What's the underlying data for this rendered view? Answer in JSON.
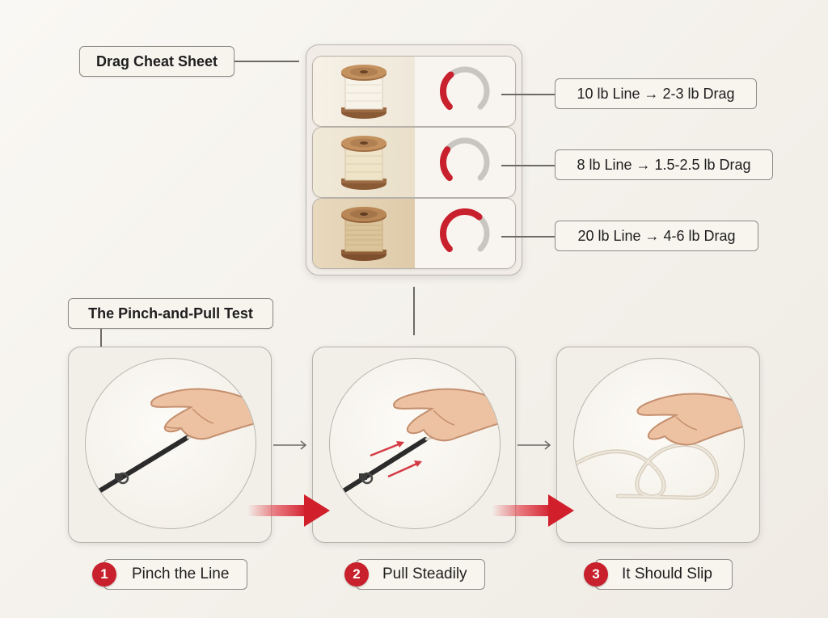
{
  "cheat_sheet": {
    "title": "Drag Cheat Sheet",
    "rows": [
      {
        "label": "10 lb Line → 2-3 lb Drag",
        "drag_level": 0.35,
        "spool_icon": "light-line-spool-icon"
      },
      {
        "label": "8 lb Line → 1.5-2.5 lb Drag",
        "drag_level": 0.3,
        "spool_icon": "medium-line-spool-icon"
      },
      {
        "label": "20 lb Line → 4-6 lb Drag",
        "drag_level": 0.65,
        "spool_icon": "heavy-line-spool-icon"
      }
    ]
  },
  "test": {
    "title": "The Pinch-and-Pull Test",
    "steps": [
      {
        "number": "1",
        "label": "Pinch the Line",
        "icon": "pinch-hand-icon"
      },
      {
        "number": "2",
        "label": "Pull Steadily",
        "icon": "pull-hand-icon"
      },
      {
        "number": "3",
        "label": "It Should Slip",
        "icon": "slip-line-icon"
      }
    ]
  },
  "colors": {
    "accent_red": "#c8202c",
    "gauge_track": "#c9c6c1",
    "panel_border": "#b7b2aa"
  }
}
